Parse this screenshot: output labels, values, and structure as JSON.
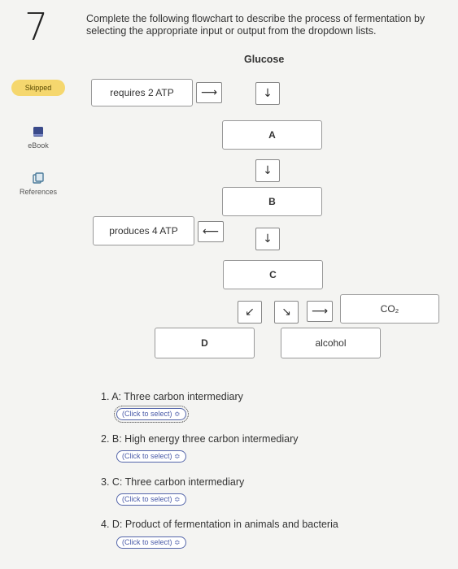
{
  "question": {
    "number": "7",
    "instructions": "Complete the following flowchart to describe the process of fermentation by selecting the appropriate input or output from the dropdown lists."
  },
  "sidebar": {
    "status_badge": "Skipped",
    "ebook_label": "eBook",
    "references_label": "References"
  },
  "flowchart": {
    "start": "Glucose",
    "requires_label": "requires 2 ATP",
    "produces_label": "produces 4 ATP",
    "box_a": "A",
    "box_b": "B",
    "box_c": "C",
    "box_d": "D",
    "co2": "CO₂",
    "alcohol": "alcohol",
    "arrow_right": "⟶",
    "arrow_left": "⟵",
    "arrow_down": "↓",
    "arrow_down_left": "↙",
    "arrow_down_right": "↘"
  },
  "questions": [
    {
      "text": "1. A: Three carbon intermediary",
      "select": "(Click to select) ≎"
    },
    {
      "text": "2. B: High energy three carbon intermediary",
      "select": "(Click to select) ≎"
    },
    {
      "text": "3. C: Three carbon intermediary",
      "select": "(Click to select) ≎"
    },
    {
      "text": "4. D: Product of fermentation in animals and bacteria",
      "select": "(Click to select) ≎"
    }
  ],
  "colors": {
    "badge": "#f5d76e",
    "select_border": "#5566aa",
    "ebook_icon": "#3a4a8a",
    "references_icon": "#4a7a9a"
  }
}
